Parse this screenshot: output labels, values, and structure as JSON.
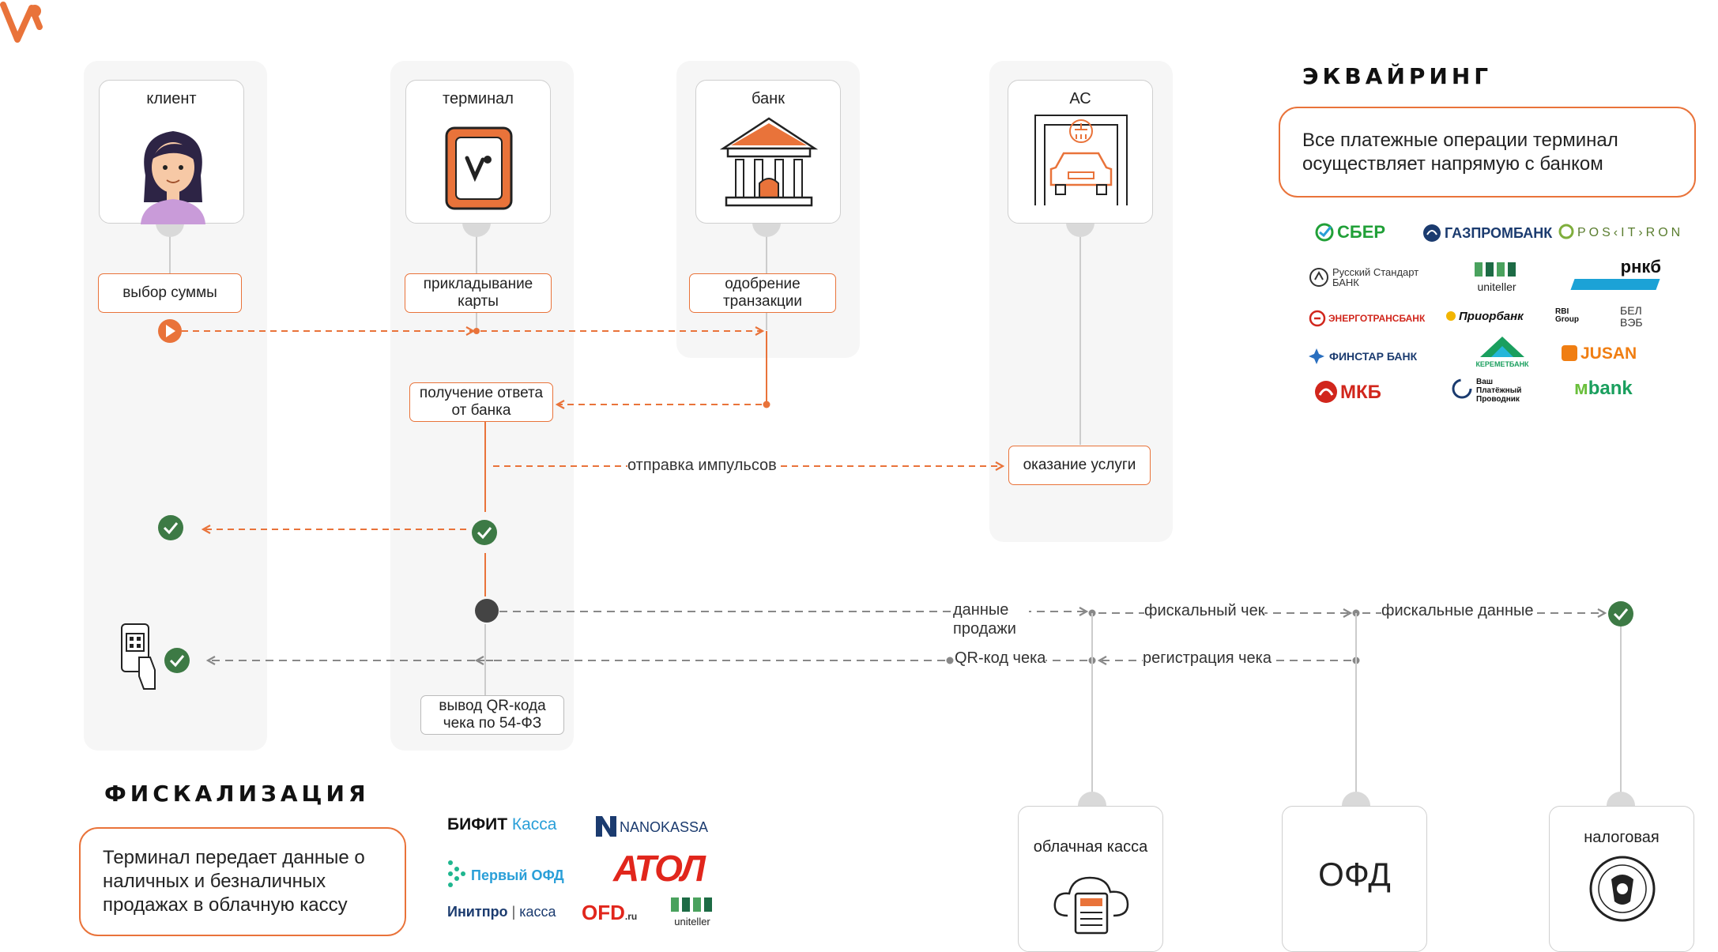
{
  "lanes": {
    "client": "клиент",
    "terminal": "терминал",
    "bank": "банк",
    "as": "АС"
  },
  "steps": {
    "choose_amount": "выбор суммы",
    "tap_card": "прикладывание карты",
    "approve": "одобрение транзакции",
    "bank_response": "получение ответа от банка",
    "pulses": "отправка импульсов",
    "service": "оказание услуги",
    "qr_output": "вывод QR-кода чека по 54-ФЗ"
  },
  "flow": {
    "sales_data": "данные продажи",
    "fiscal_receipt": "фискальный чек",
    "fiscal_data": "фискальные данные",
    "qr_receipt": "QR-код чека",
    "receipt_registration": "регистрация чека"
  },
  "destinations": {
    "cloud_kassa": "облачная касса",
    "ofd": "ОФД",
    "tax": "налоговая"
  },
  "acquiring": {
    "heading": "ЭКВАЙРИНГ",
    "callout": "Все платежные операции терминал осуществляет напрямую с банком",
    "banks": [
      "СБЕР",
      "ГАЗПРОМБАНК",
      "POS‹IT›RON",
      "Русский Стандарт БАНК",
      "uniteller",
      "рнкб",
      "ЭНЕРГОТРАНСБАНК",
      "Приорбанк",
      "RBI Group",
      "БЕЛ ВЭБ",
      "ФИНСТАР БАНК",
      "КЕРЕМЕТБАНК",
      "JUSAN",
      "МКБ",
      "Ваш Платёжный Проводник",
      "bank"
    ]
  },
  "fiscalization": {
    "heading": "ФИСКАЛИЗАЦИЯ",
    "callout": "Терминал передает данные о наличных и безналичных продажах в облачную кассу",
    "providers": [
      "БИФИТ",
      "Касса",
      "NANOKASSA",
      "Первый ОФД",
      "АТОЛ",
      "Инитпро",
      "касса",
      "OFD",
      ".ru",
      "uniteller"
    ]
  },
  "colors": {
    "accent": "#e9733a",
    "success": "#3d7a45",
    "lane_bg": "#f6f6f6",
    "dashed_grey": "#888888"
  }
}
